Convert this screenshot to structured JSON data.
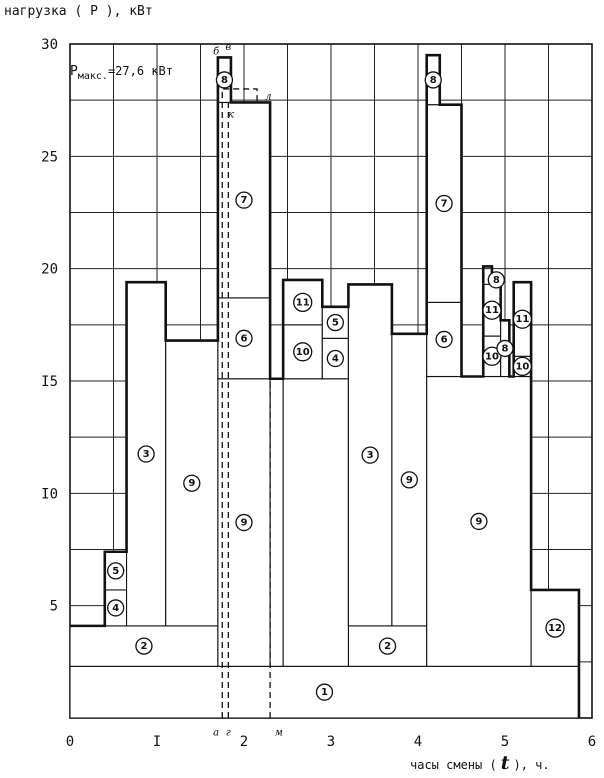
{
  "chart_data": {
    "type": "area",
    "title": "",
    "ylabel": "нагрузка ( Р ), кВт",
    "xlabel_main": "часы смены (",
    "xlabel_var": "t",
    "xlabel_unit": "),  ч.",
    "pmax_label": "Р",
    "pmax_sub": "макс.",
    "pmax_value": "=27,6 кВт",
    "xlim": [
      0,
      6
    ],
    "ylim": [
      0,
      30
    ],
    "x_ticks": [
      {
        "value": 0,
        "label": "0"
      },
      {
        "value": 1,
        "label": "I"
      },
      {
        "value": 2,
        "label": "2"
      },
      {
        "value": 3,
        "label": "3"
      },
      {
        "value": 4,
        "label": "4"
      },
      {
        "value": 5,
        "label": "5"
      },
      {
        "value": 6,
        "label": "6"
      }
    ],
    "y_ticks": [
      {
        "value": 5,
        "label": "5"
      },
      {
        "value": 10,
        "label": "I0"
      },
      {
        "value": 15,
        "label": "I5"
      },
      {
        "value": 20,
        "label": "20"
      },
      {
        "value": 25,
        "label": "25"
      },
      {
        "value": 30,
        "label": "30"
      }
    ],
    "grid": true,
    "blocks": [
      {
        "x0": 0,
        "x1": 5.85,
        "y0": 0,
        "y1": 2.3,
        "label": "1"
      },
      {
        "x0": 0,
        "x1": 1.7,
        "y0": 2.3,
        "y1": 4.1,
        "label": "2"
      },
      {
        "x0": 3.2,
        "x1": 4.1,
        "y0": 2.3,
        "y1": 4.1,
        "label": "2"
      },
      {
        "x0": 0.4,
        "x1": 0.65,
        "y0": 4.1,
        "y1": 5.7,
        "label": "4"
      },
      {
        "x0": 0.4,
        "x1": 0.65,
        "y0": 5.7,
        "y1": 7.4,
        "label": "5"
      },
      {
        "x0": 0.65,
        "x1": 1.1,
        "y0": 4.1,
        "y1": 19.4,
        "label": "3"
      },
      {
        "x0": 1.1,
        "x1": 1.7,
        "y0": 4.1,
        "y1": 16.8,
        "label": "9"
      },
      {
        "x0": 1.7,
        "x1": 2.3,
        "y0": 2.3,
        "y1": 15.1,
        "label": "9"
      },
      {
        "x0": 1.7,
        "x1": 2.3,
        "y0": 15.1,
        "y1": 18.7,
        "label": "6"
      },
      {
        "x0": 1.7,
        "x1": 2.3,
        "y0": 18.7,
        "y1": 27.4,
        "label": "7"
      },
      {
        "x0": 1.7,
        "x1": 1.85,
        "y0": 27.4,
        "y1": 29.4,
        "label": "8"
      },
      {
        "x0": 2.3,
        "x1": 2.45,
        "y0": 2.3,
        "y1": 15.1,
        "label": ""
      },
      {
        "x0": 2.45,
        "x1": 3.2,
        "y0": 2.3,
        "y1": 15.1,
        "label": ""
      },
      {
        "x0": 2.45,
        "x1": 2.9,
        "y0": 15.1,
        "y1": 17.5,
        "label": "10"
      },
      {
        "x0": 2.45,
        "x1": 2.9,
        "y0": 17.5,
        "y1": 19.5,
        "label": "11"
      },
      {
        "x0": 2.9,
        "x1": 3.2,
        "y0": 15.1,
        "y1": 16.9,
        "label": "4"
      },
      {
        "x0": 2.9,
        "x1": 3.2,
        "y0": 16.9,
        "y1": 18.3,
        "label": "5"
      },
      {
        "x0": 3.2,
        "x1": 3.7,
        "y0": 4.1,
        "y1": 19.3,
        "label": "3"
      },
      {
        "x0": 3.7,
        "x1": 4.1,
        "y0": 4.1,
        "y1": 17.1,
        "label": "9"
      },
      {
        "x0": 4.1,
        "x1": 5.3,
        "y0": 2.3,
        "y1": 15.2,
        "label": "9"
      },
      {
        "x0": 4.1,
        "x1": 4.5,
        "y0": 15.2,
        "y1": 18.5,
        "label": "6"
      },
      {
        "x0": 4.1,
        "x1": 4.5,
        "y0": 18.5,
        "y1": 27.3,
        "label": "7"
      },
      {
        "x0": 4.1,
        "x1": 4.25,
        "y0": 27.3,
        "y1": 29.5,
        "label": "8"
      },
      {
        "x0": 4.75,
        "x1": 4.95,
        "y0": 15.2,
        "y1": 17.0,
        "label": "10"
      },
      {
        "x0": 4.75,
        "x1": 4.95,
        "y0": 17.0,
        "y1": 19.3,
        "label": "11"
      },
      {
        "x0": 4.95,
        "x1": 5.05,
        "y0": 15.2,
        "y1": 17.7,
        "label": "8"
      },
      {
        "x0": 5.1,
        "x1": 5.3,
        "y0": 15.2,
        "y1": 16.1,
        "label": "10"
      },
      {
        "x0": 5.1,
        "x1": 5.3,
        "y0": 16.1,
        "y1": 19.4,
        "label": "11"
      },
      {
        "x0": 5.3,
        "x1": 5.85,
        "y0": 2.3,
        "y1": 5.7,
        "label": "12"
      }
    ],
    "extra_labels": [
      {
        "x": 4.9,
        "y": 19.5,
        "label": "8"
      }
    ],
    "envelope": [
      [
        0,
        4.1
      ],
      [
        0.4,
        4.1
      ],
      [
        0.4,
        7.4
      ],
      [
        0.65,
        7.4
      ],
      [
        0.65,
        19.4
      ],
      [
        1.1,
        19.4
      ],
      [
        1.1,
        16.8
      ],
      [
        1.7,
        16.8
      ],
      [
        1.7,
        29.4
      ],
      [
        1.85,
        29.4
      ],
      [
        1.85,
        27.4
      ],
      [
        2.3,
        27.4
      ],
      [
        2.3,
        15.1
      ],
      [
        2.45,
        15.1
      ],
      [
        2.45,
        19.5
      ],
      [
        2.9,
        19.5
      ],
      [
        2.9,
        18.3
      ],
      [
        3.2,
        18.3
      ],
      [
        3.2,
        19.3
      ],
      [
        3.7,
        19.3
      ],
      [
        3.7,
        17.1
      ],
      [
        4.1,
        17.1
      ],
      [
        4.1,
        29.5
      ],
      [
        4.25,
        29.5
      ],
      [
        4.25,
        27.3
      ],
      [
        4.5,
        27.3
      ],
      [
        4.5,
        15.2
      ],
      [
        4.75,
        15.2
      ],
      [
        4.75,
        20.1
      ],
      [
        4.85,
        20.1
      ],
      [
        4.85,
        19.3
      ],
      [
        4.95,
        19.3
      ],
      [
        4.95,
        17.7
      ],
      [
        5.05,
        17.7
      ],
      [
        5.05,
        15.2
      ],
      [
        5.1,
        15.2
      ],
      [
        5.1,
        19.4
      ],
      [
        5.3,
        19.4
      ],
      [
        5.3,
        5.7
      ],
      [
        5.85,
        5.7
      ],
      [
        5.85,
        0
      ]
    ],
    "dashed_path": [
      [
        1.75,
        0
      ],
      [
        1.75,
        28.0
      ],
      [
        2.15,
        28.0
      ],
      [
        2.15,
        27.4
      ]
    ],
    "dashed_verticals": [
      1.82,
      2.3
    ],
    "point_marks": [
      {
        "x": 1.68,
        "y": 29.7,
        "label": "б"
      },
      {
        "x": 1.82,
        "y": 29.9,
        "label": "в"
      },
      {
        "x": 1.85,
        "y": 26.9,
        "label": "к"
      },
      {
        "x": 2.28,
        "y": 27.7,
        "label": "л"
      },
      {
        "x": 1.68,
        "y": -0.6,
        "label": "а"
      },
      {
        "x": 1.82,
        "y": -0.6,
        "label": "г"
      },
      {
        "x": 2.4,
        "y": -0.6,
        "label": "м"
      }
    ]
  }
}
